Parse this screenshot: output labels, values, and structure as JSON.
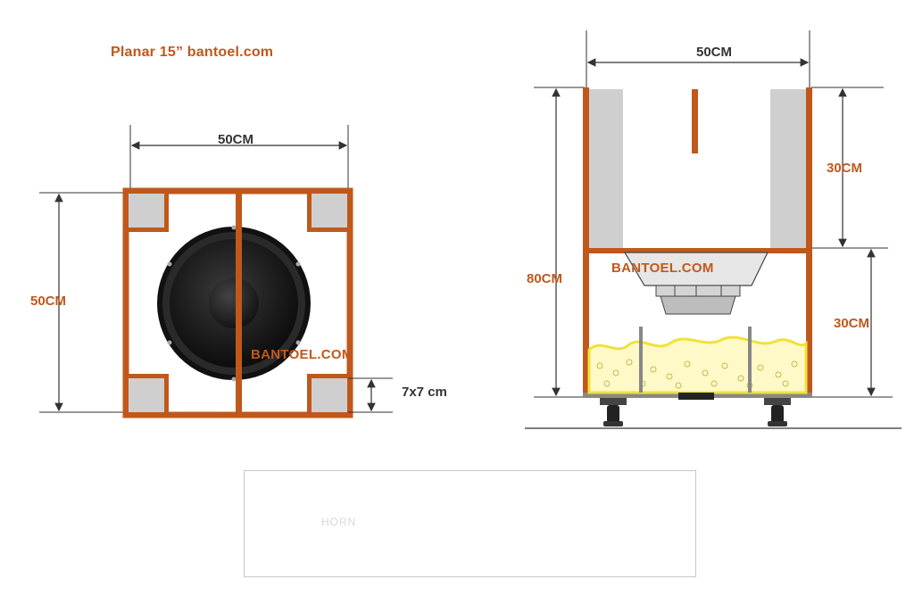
{
  "title": "Planar 15”  bantoel.com",
  "front_view": {
    "width_label": "50CM",
    "height_label": "50CM",
    "brace_label": "7x7 cm",
    "brand": "BANTOEL.COM"
  },
  "side_view": {
    "width_label": "50CM",
    "upper_label": "30CM",
    "total_label": "80CM",
    "lower_label": "30CM",
    "brand": "BANTOEL.COM"
  },
  "note_box": {
    "faded_text": "HORN"
  },
  "colors": {
    "frame": "#c0581c",
    "label": "#c0581c",
    "dim_line": "#333333",
    "insulation": "#cfcfcf",
    "fill_yellow": "#efe23a",
    "speaker": "#1c1c1c"
  }
}
